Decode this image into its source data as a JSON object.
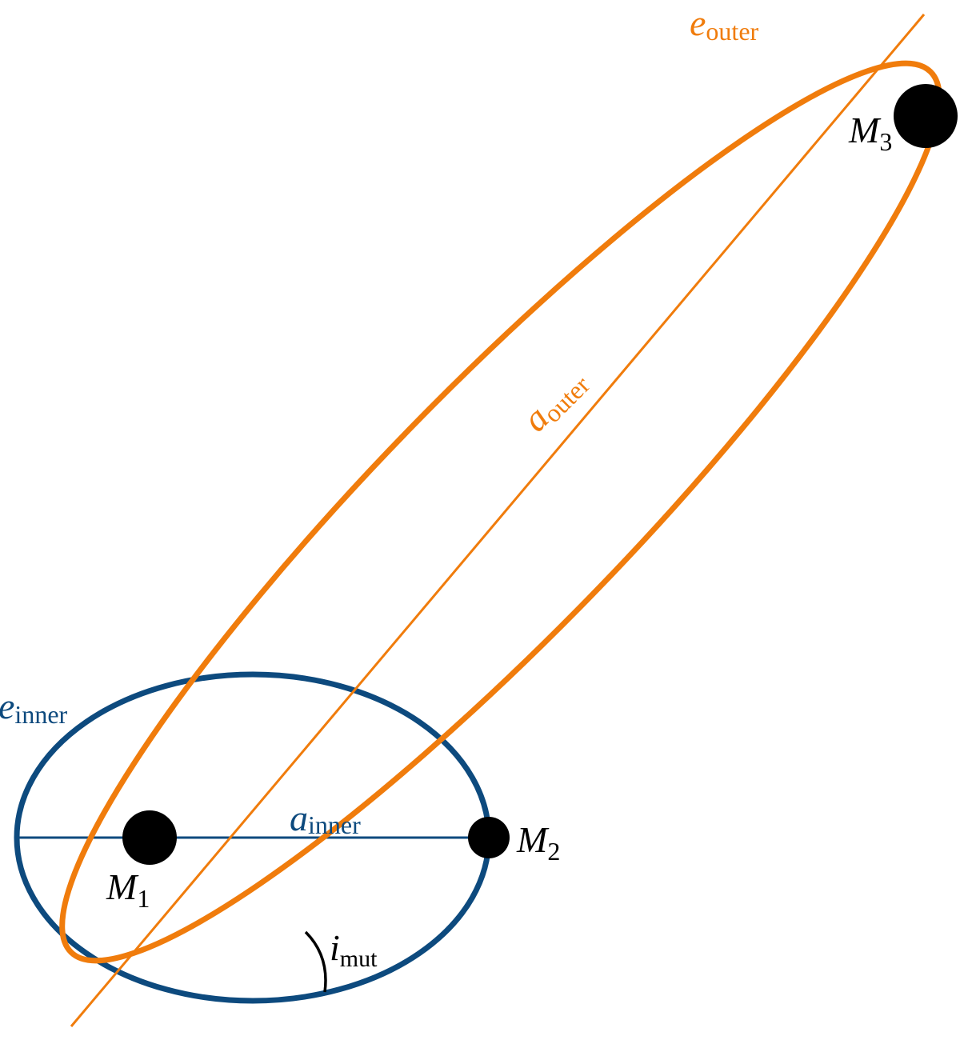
{
  "colors": {
    "inner": "#0d4a7e",
    "outer": "#f07c0c",
    "body": "#000000",
    "angle": "#000000"
  },
  "labels": {
    "e_inner": {
      "var": "e",
      "sub": "inner"
    },
    "a_inner": {
      "var": "a",
      "sub": "inner"
    },
    "e_outer": {
      "var": "e",
      "sub": "outer"
    },
    "a_outer": {
      "var": "a",
      "sub": "outer"
    },
    "i_mut": {
      "var": "i",
      "sub": "mut"
    },
    "M1": {
      "var": "M",
      "sub": "1"
    },
    "M2": {
      "var": "M",
      "sub": "2"
    },
    "M3": {
      "var": "M",
      "sub": "3"
    }
  }
}
